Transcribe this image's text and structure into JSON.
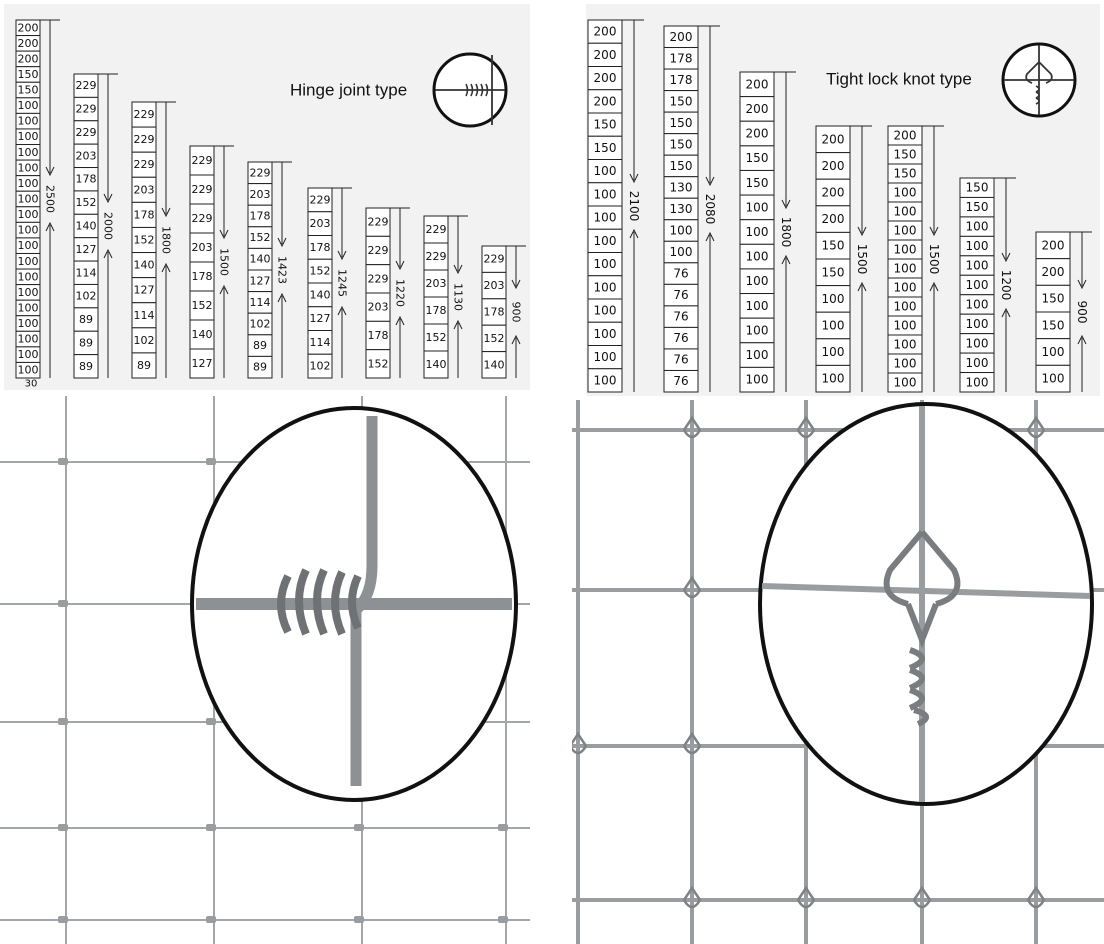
{
  "hinge_joint": {
    "title": "Hinge joint type",
    "icon": "hinge-joint-knot-icon",
    "bottom_label": "30",
    "columns": [
      {
        "height": "2500",
        "spacings": [
          "200",
          "200",
          "200",
          "150",
          "150",
          "100",
          "100",
          "100",
          "100",
          "100",
          "100",
          "100",
          "100",
          "100",
          "100",
          "100",
          "100",
          "100",
          "100",
          "100",
          "100",
          "100",
          "100"
        ]
      },
      {
        "height": "2000",
        "spacings": [
          "229",
          "229",
          "229",
          "203",
          "178",
          "152",
          "140",
          "127",
          "114",
          "102",
          "89",
          "89",
          "89"
        ]
      },
      {
        "height": "1800",
        "spacings": [
          "229",
          "229",
          "229",
          "203",
          "178",
          "152",
          "140",
          "127",
          "114",
          "102",
          "89"
        ]
      },
      {
        "height": "1500",
        "spacings": [
          "229",
          "229",
          "229",
          "203",
          "178",
          "152",
          "140",
          "127"
        ]
      },
      {
        "height": "1423",
        "spacings": [
          "229",
          "203",
          "178",
          "152",
          "140",
          "127",
          "114",
          "102",
          "89",
          "89"
        ]
      },
      {
        "height": "1245",
        "spacings": [
          "229",
          "203",
          "178",
          "152",
          "140",
          "127",
          "114",
          "102"
        ]
      },
      {
        "height": "1220",
        "spacings": [
          "229",
          "229",
          "229",
          "203",
          "178",
          "152"
        ]
      },
      {
        "height": "1130",
        "spacings": [
          "229",
          "229",
          "203",
          "178",
          "152",
          "140"
        ]
      },
      {
        "height": "900",
        "spacings": [
          "229",
          "203",
          "178",
          "152",
          "140"
        ]
      }
    ]
  },
  "tight_lock": {
    "title": "Tight lock knot type",
    "icon": "tight-lock-knot-icon",
    "columns": [
      {
        "height": "2100",
        "spacings": [
          "200",
          "200",
          "200",
          "200",
          "150",
          "150",
          "100",
          "100",
          "100",
          "100",
          "100",
          "100",
          "100",
          "100",
          "100",
          "100"
        ]
      },
      {
        "height": "2080",
        "spacings": [
          "200",
          "178",
          "178",
          "150",
          "150",
          "150",
          "150",
          "130",
          "130",
          "100",
          "100",
          "76",
          "76",
          "76",
          "76",
          "76",
          "76"
        ]
      },
      {
        "height": "1800",
        "spacings": [
          "200",
          "200",
          "200",
          "150",
          "150",
          "100",
          "100",
          "100",
          "100",
          "100",
          "100",
          "100",
          "100"
        ]
      },
      {
        "height": "1500",
        "spacings": [
          "200",
          "200",
          "200",
          "200",
          "150",
          "150",
          "100",
          "100",
          "100",
          "100"
        ]
      },
      {
        "height": "1500",
        "spacings": [
          "200",
          "150",
          "150",
          "100",
          "100",
          "100",
          "100",
          "100",
          "100",
          "100",
          "100",
          "100",
          "100",
          "100"
        ]
      },
      {
        "height": "1200",
        "spacings": [
          "150",
          "150",
          "100",
          "100",
          "100",
          "100",
          "100",
          "100",
          "100",
          "100",
          "100"
        ]
      },
      {
        "height": "900",
        "spacings": [
          "200",
          "200",
          "150",
          "150",
          "100",
          "100"
        ]
      }
    ]
  },
  "photos": {
    "hinge_closeup_icon": "hinge-joint-closeup-icon",
    "tight_lock_closeup_icon": "tight-lock-closeup-icon",
    "wire_color": "#9a9d9f",
    "frame_color": "#111111"
  }
}
